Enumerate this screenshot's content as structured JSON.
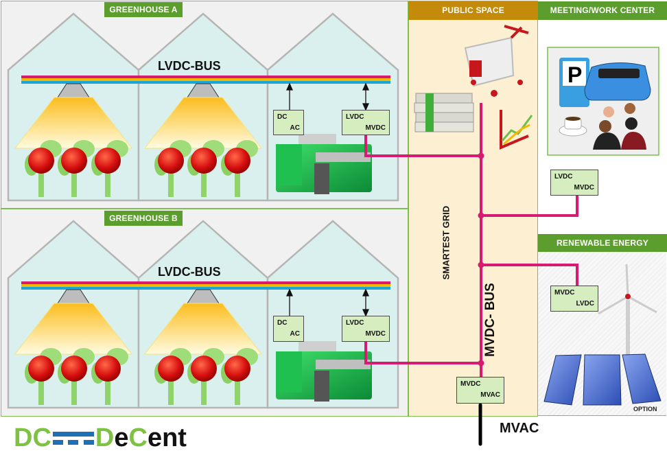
{
  "zones": {
    "greenhouse_a": "GREENHOUSE A",
    "greenhouse_b": "GREENHOUSE B",
    "public_space": "PUBLIC SPACE",
    "meeting_center": "MEETING/WORK CENTER",
    "renewable_energy": "RENEWABLE ENERGY"
  },
  "buses": {
    "lvdc_a": "LVDC-BUS",
    "lvdc_b": "LVDC-BUS",
    "mvdc": "MVDC- BUS",
    "mvac": "MVAC",
    "smartest_grid": "SMARTEST GRID"
  },
  "converters": {
    "gh_a_dcac": {
      "line1": "DC",
      "line2": "AC"
    },
    "gh_a_lvdc_mvdc": {
      "line1": "LVDC",
      "line2": "MVDC"
    },
    "gh_b_dcac": {
      "line1": "DC",
      "line2": "AC"
    },
    "gh_b_lvdc_mvdc": {
      "line1": "LVDC",
      "line2": "MVDC"
    },
    "meeting_lvdc_mvdc": {
      "line1": "LVDC",
      "line2": "MVDC"
    },
    "renewable_mvdc_lvdc": {
      "line1": "MVDC",
      "line2": "LVDC"
    },
    "grid_mvdc_mvac": {
      "line1": "MVDC",
      "line2": "MVAC"
    }
  },
  "renewable_note": "OPTION",
  "logo": {
    "part1": "DC",
    "part2_d": "D",
    "part2_e": "e",
    "part2_c": "C",
    "part2_rest": "ent"
  },
  "colors": {
    "bus_magenta": "#d81b72",
    "bus_yellow": "#f5b800",
    "bus_cyan": "#1ea5d8",
    "greenhouse_green": "#5c9e2e",
    "public_gold": "#c48a0a",
    "public_bg": "#fdefd2",
    "converter_fill": "#d6edbf",
    "logo_green": "#7dc242",
    "logo_blue": "#1f6fb5"
  }
}
